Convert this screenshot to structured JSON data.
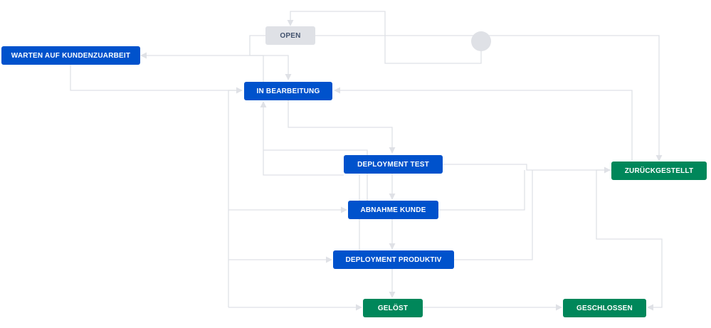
{
  "diagram": {
    "colors": {
      "todo": "#dfe1e6",
      "in_progress": "#0052cc",
      "done": "#00875a",
      "edge": "#dfe1e6"
    },
    "statuses": {
      "open": "OPEN",
      "warten": "WARTEN AUF KUNDENZUARBEIT",
      "in_bearbeitung": "IN BEARBEITUNG",
      "deployment_test": "DEPLOYMENT TEST",
      "abnahme_kunde": "ABNAHME KUNDE",
      "deployment_produktiv": "DEPLOYMENT PRODUKTIV",
      "geloest": "GELÖST",
      "geschlossen": "GESCHLOSSEN",
      "zurueckgestellt": "ZURÜCKGESTELLT"
    }
  }
}
